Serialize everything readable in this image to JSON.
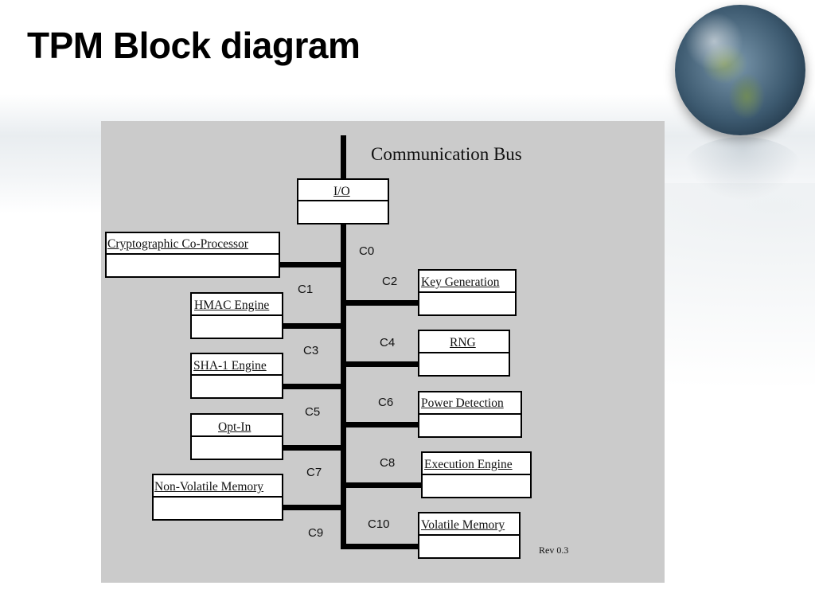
{
  "slide": {
    "title": "TPM Block diagram"
  },
  "diagram": {
    "bus_label": "Communication Bus",
    "revision": "Rev 0.3",
    "blocks": {
      "io": "I/O",
      "crypto": "Cryptographic Co-Processor",
      "keygen": "Key Generation",
      "hmac": "HMAC Engine",
      "rng": "RNG",
      "sha1": "SHA-1 Engine",
      "power": "Power Detection",
      "optin": "Opt-In",
      "exec": "Execution Engine",
      "nvmem": "Non-Volatile Memory",
      "vmem": "Volatile Memory"
    },
    "connections": {
      "c0": "C0",
      "c1": "C1",
      "c2": "C2",
      "c3": "C3",
      "c4": "C4",
      "c5": "C5",
      "c6": "C6",
      "c7": "C7",
      "c8": "C8",
      "c9": "C9",
      "c10": "C10"
    }
  }
}
